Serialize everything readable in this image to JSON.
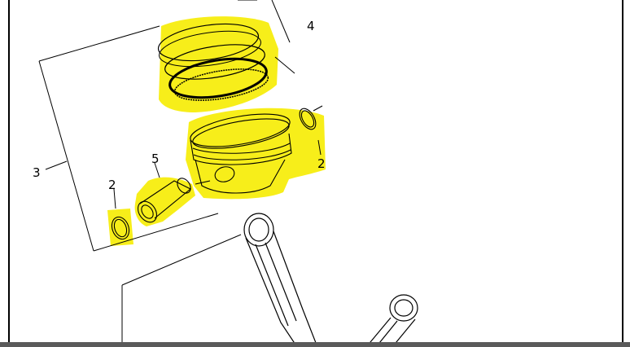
{
  "diagram": {
    "callouts": {
      "piston_rings": "4",
      "piston_assembly": "3",
      "circlip_left": "2",
      "circlip_right": "2",
      "piston_pin": "5"
    },
    "colors": {
      "highlight": "#f7ee1a",
      "line": "#000000",
      "paper": "#ffffff",
      "bottom_bar": "#5a5a5a"
    },
    "highlighted_parts": [
      "piston-rings",
      "piston",
      "circlip-right",
      "piston-pin",
      "circlip-left"
    ],
    "icons": [
      "piston-ring-set-icon",
      "piston-icon",
      "piston-pin-icon",
      "circlip-icon",
      "connecting-rod-icon"
    ]
  }
}
